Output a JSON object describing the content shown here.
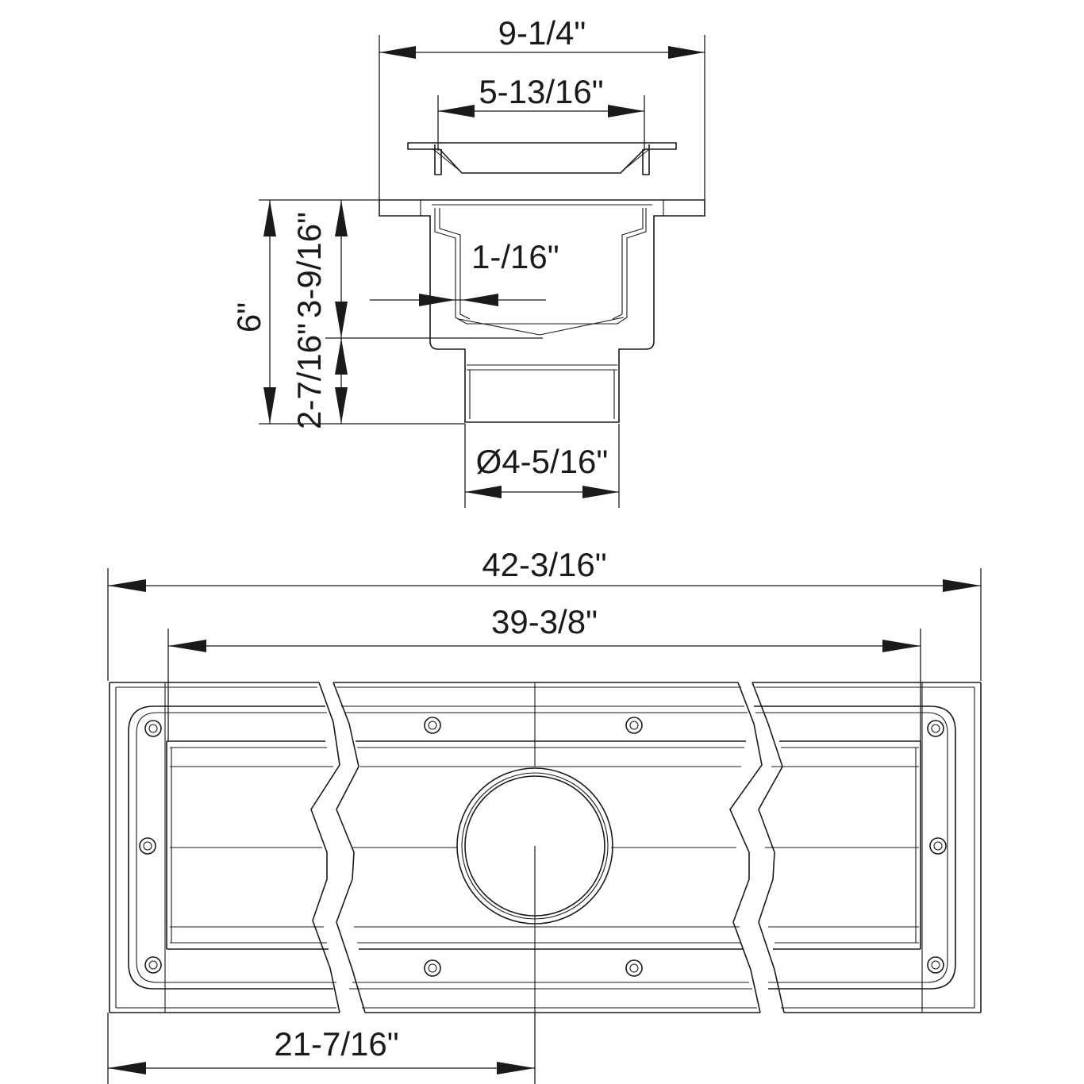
{
  "dimensions": {
    "side_top_width": "9-1/4\"",
    "side_inner_width": "5-13/16\"",
    "side_wall_thickness": "1-/16\"",
    "side_total_height": "6\"",
    "side_body_height": "3-9/16\"",
    "side_outlet_height": "2-7/16\"",
    "side_outlet_diameter": "Ø4-5/16\"",
    "plan_total_length": "42-3/16\"",
    "plan_inner_length": "39-3/8\"",
    "plan_outlet_offset": "21-7/16\""
  }
}
